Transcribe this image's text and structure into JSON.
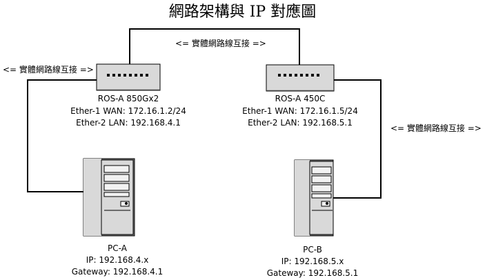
{
  "title": "網路架構與 IP 對應圖",
  "links": {
    "top": "<= 實體網路線互接 =>",
    "left": "<= 實體網路線互接 =>",
    "right": "<= 實體網路線互接 =>"
  },
  "router_a": {
    "name": "ROS-A 850Gx2",
    "wan": "Ether-1 WAN: 172.16.1.2/24",
    "lan": "Ether-2 LAN: 192.168.4.1"
  },
  "router_b": {
    "name": "ROS-A 450C",
    "wan": "Ether-1 WAN: 172.16.1.5/24",
    "lan": "Ether-2 LAN: 192.168.5.1"
  },
  "pc_a": {
    "name": "PC-A",
    "ip": "IP: 192.168.4.x",
    "gateway": "Gateway: 192.168.4.1"
  },
  "pc_b": {
    "name": "PC-B",
    "ip": "IP: 192.168.5.x",
    "gateway": "Gateway: 192.168.5.1"
  },
  "colors": {
    "line": "#000000",
    "device_fill": "#d9d9d9",
    "device_dark": "#7a7a7a"
  }
}
